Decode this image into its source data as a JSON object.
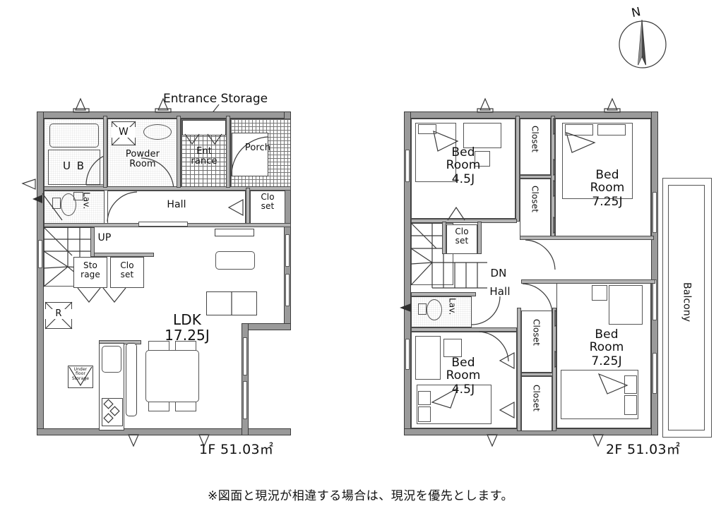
{
  "document": {
    "type": "real-estate-floor-plan",
    "disclaimer": "※図面と現況が相違する場合は、現況を優先とします。",
    "compass": {
      "label": "N",
      "icon": "compass-north-icon"
    }
  },
  "floor1": {
    "area_label": "1F 51.03㎡",
    "annotation": {
      "text": "Entrance Storage",
      "target": "entrance-storage-closet"
    },
    "rooms": [
      {
        "id": "ub",
        "label": "U B",
        "name": "unit-bath"
      },
      {
        "id": "powder",
        "label": "Powder\nRoom",
        "name": "powder-room"
      },
      {
        "id": "washer",
        "label": "W",
        "name": "washer-space"
      },
      {
        "id": "entrance",
        "label": "Ent\nrance",
        "name": "entrance"
      },
      {
        "id": "porch",
        "label": "Porch",
        "name": "porch"
      },
      {
        "id": "lav1",
        "label": "Lav.",
        "name": "lavatory"
      },
      {
        "id": "hall1",
        "label": "Hall",
        "name": "hall"
      },
      {
        "id": "closet-hall",
        "label": "Clo\nset",
        "name": "hall-closet"
      },
      {
        "id": "up",
        "label": "UP",
        "name": "stairs-up-marker"
      },
      {
        "id": "storage",
        "label": "Sto\nrage",
        "name": "storage"
      },
      {
        "id": "closet-ldk",
        "label": "Clo\nset",
        "name": "ldk-closet"
      },
      {
        "id": "fridge",
        "label": "R",
        "name": "refrigerator-space"
      },
      {
        "id": "ldk",
        "label": "LDK",
        "area": "17.25J",
        "name": "living-dining-kitchen"
      },
      {
        "id": "underfloor",
        "label": "Under\nfloor\nStorage",
        "name": "under-floor-storage"
      }
    ]
  },
  "floor2": {
    "area_label": "2F 51.03㎡",
    "rooms": [
      {
        "id": "bed-nw",
        "label": "Bed\nRoom",
        "area": "4.5J",
        "name": "bedroom-north-west"
      },
      {
        "id": "bed-ne",
        "label": "Bed\nRoom",
        "area": "7.25J",
        "name": "bedroom-north-east"
      },
      {
        "id": "bed-sw",
        "label": "Bed\nRoom",
        "area": "4.5J",
        "name": "bedroom-south-west"
      },
      {
        "id": "bed-se",
        "label": "Bed\nRoom",
        "area": "7.25J",
        "name": "bedroom-south-east"
      },
      {
        "id": "closet-n1",
        "label": "Closet",
        "name": "closet-north-upper"
      },
      {
        "id": "closet-n2",
        "label": "Closet",
        "name": "closet-north-lower"
      },
      {
        "id": "closet-s1",
        "label": "Closet",
        "name": "closet-south-upper"
      },
      {
        "id": "closet-s2",
        "label": "Closet",
        "name": "closet-south-lower"
      },
      {
        "id": "closet-stair",
        "label": "Clo\nset",
        "name": "stair-closet"
      },
      {
        "id": "dn",
        "label": "DN",
        "name": "stairs-down-marker"
      },
      {
        "id": "hall2",
        "label": "Hall",
        "name": "hall"
      },
      {
        "id": "lav2",
        "label": "Lav.",
        "name": "lavatory"
      },
      {
        "id": "balcony",
        "label": "Balcony",
        "name": "balcony"
      }
    ]
  },
  "colors": {
    "wall": "#9a9a9a",
    "wall_outline": "#3d3d3d",
    "ink": "#1a1a1a",
    "paper": "#ffffff"
  }
}
